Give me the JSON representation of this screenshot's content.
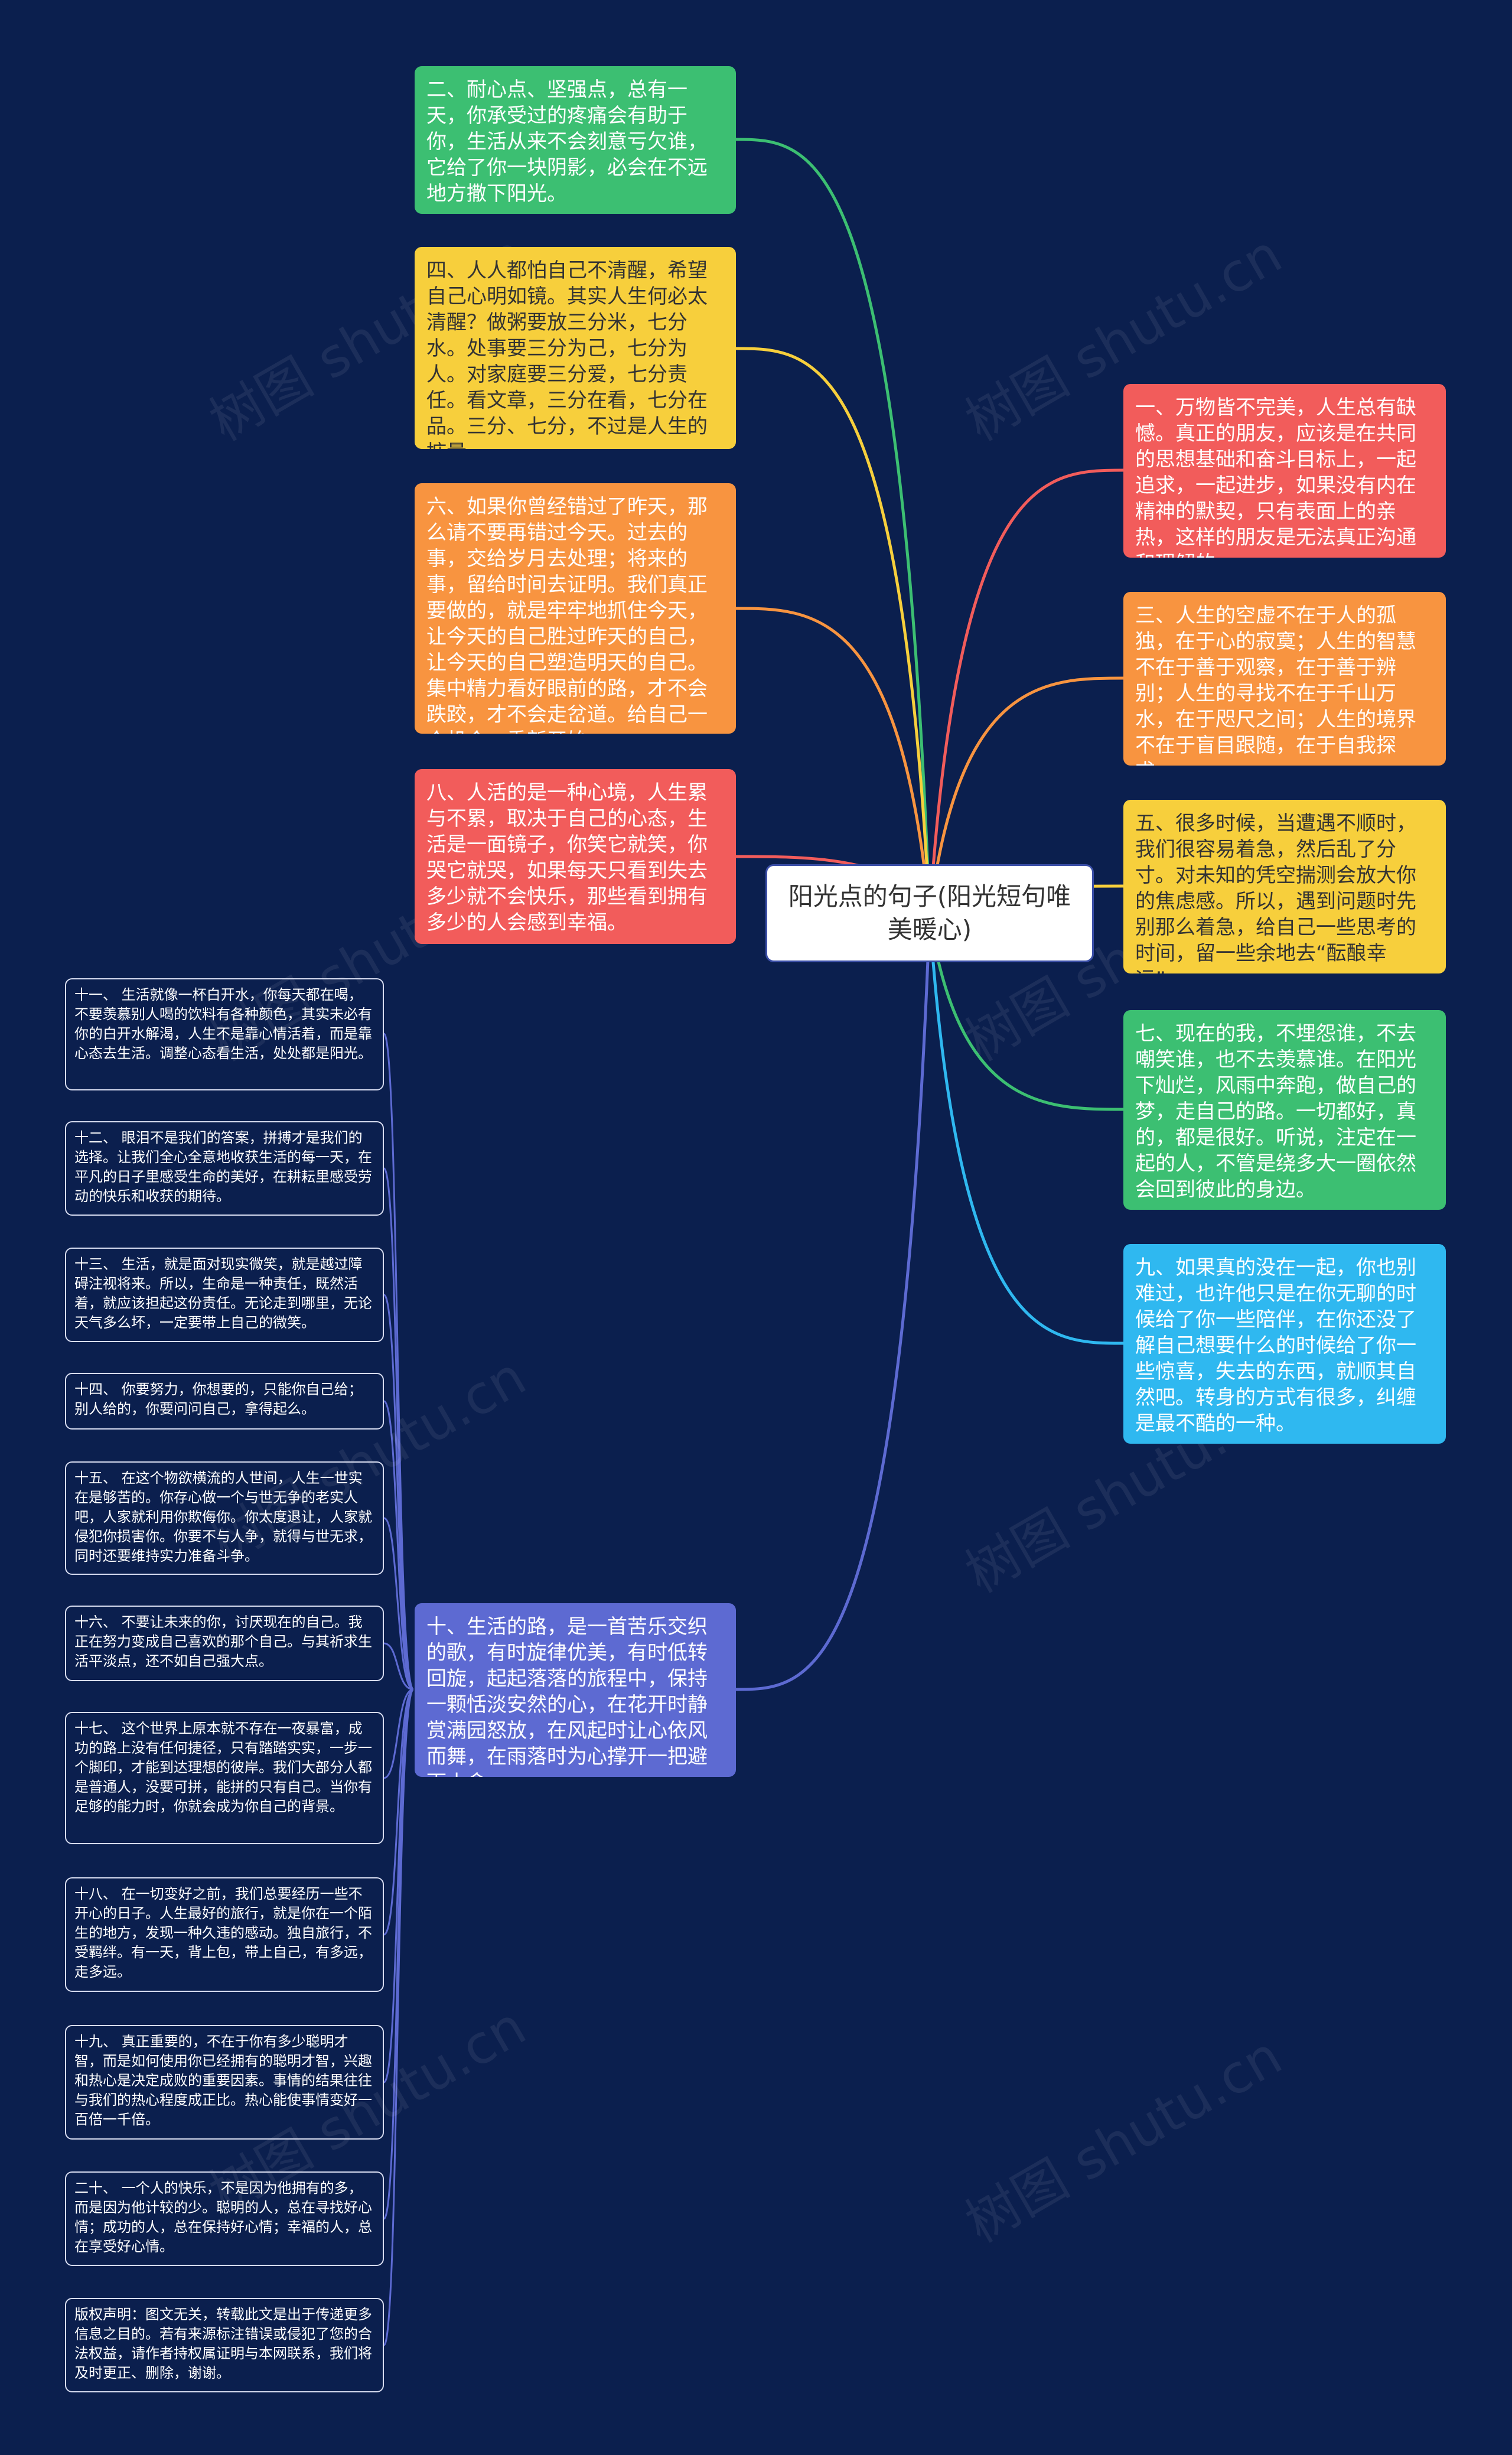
{
  "root": {
    "title": "阳光点的句子(阳光短句唯美暖心)"
  },
  "watermark": "树图 shutu.cn",
  "colors": {
    "background": "#0b1f4e",
    "green": "#3cbf72",
    "yellow": "#f7cf3c",
    "orange": "#f89440",
    "red": "#f25c5b",
    "cyan": "#2fb8f0",
    "indigo": "#5d6ad2",
    "leaf_border": "#d7dcf0"
  },
  "left_nodes": [
    {
      "id": "n2",
      "color": "green",
      "text": "二、耐心点、坚强点，总有一天，你承受过的疼痛会有助于你，生活从来不会刻意亏欠谁，它给了你一块阴影，必会在不远地方撒下阳光。"
    },
    {
      "id": "n4",
      "color": "yellow",
      "text": "四、人人都怕自己不清醒，希望自己心明如镜。其实人生何必太清醒？做粥要放三分米，七分水。处事要三分为己，七分为人。对家庭要三分爱，七分责任。看文章，三分在看，七分在品。三分、七分，不过是人生的掂量。"
    },
    {
      "id": "n6",
      "color": "orange",
      "text": "六、如果你曾经错过了昨天，那么请不要再错过今天。过去的事，交给岁月去处理；将来的事，留给时间去证明。我们真正要做的，就是牢牢地抓住今天，让今天的自己胜过昨天的自己，让今天的自己塑造明天的自己。集中精力看好眼前的路，才不会跌跤，才不会走岔道。给自己一个机会，重新开始。"
    },
    {
      "id": "n8",
      "color": "red",
      "text": "八、人活的是一种心境，人生累与不累，取决于自己的心态，生活是一面镜子，你笑它就笑，你哭它就哭，如果每天只看到失去多少就不会快乐，那些看到拥有多少的人会感到幸福。"
    },
    {
      "id": "n10",
      "color": "indigo",
      "text": "十、生活的路，是一首苦乐交织的歌，有时旋律优美，有时低转回旋，起起落落的旅程中，保持一颗恬淡安然的心，在花开时静赏满园怒放，在风起时让心依风而舞，在雨落时为心撑开一把避雨小伞。"
    }
  ],
  "right_nodes": [
    {
      "id": "n1",
      "color": "red",
      "text": "一、万物皆不完美，人生总有缺憾。真正的朋友，应该是在共同的思想基础和奋斗目标上，一起追求，一起进步，如果没有内在精神的默契，只有表面上的亲热，这样的朋友是无法真正沟通和理解的。"
    },
    {
      "id": "n3",
      "color": "orange",
      "text": "三、人生的空虚不在于人的孤独，在于心的寂寞；人生的智慧不在于善于观察，在于善于辨别；人生的寻找不在于千山万水，在于咫尺之间；人生的境界不在于盲目跟随，在于自我探求。"
    },
    {
      "id": "n5",
      "color": "yellow",
      "text": "五、很多时候，当遭遇不顺时，我们很容易着急，然后乱了分寸。对未知的凭空揣测会放大你的焦虑感。所以，遇到问题时先别那么着急，给自己一些思考的时间，留一些余地去“酝酿幸运”。"
    },
    {
      "id": "n7",
      "color": "green",
      "text": "七、现在的我，不埋怨谁，不去嘲笑谁，也不去羡慕谁。在阳光下灿烂，风雨中奔跑，做自己的梦，走自己的路。一切都好，真的，都是很好。听说，注定在一起的人，不管是绕多大一圈依然会回到彼此的身边。"
    },
    {
      "id": "n9",
      "color": "cyan",
      "text": "九、如果真的没在一起，你也别难过，也许他只是在你无聊的时候给了你一些陪伴，在你还没了解自己想要什么的时候给了你一些惊喜，失去的东西，就顺其自然吧。转身的方式有很多，纠缠是最不酷的一种。"
    }
  ],
  "leaves": [
    {
      "text": "十一、 生活就像一杯白开水，你每天都在喝，不要羡慕别人喝的饮料有各种颜色，其实未必有你的白开水解渴，人生不是靠心情活着，而是靠心态去生活。调整心态看生活，处处都是阳光。"
    },
    {
      "text": "十二、 眼泪不是我们的答案，拼搏才是我们的选择。让我们全心全意地收获生活的每一天，在平凡的日子里感受生命的美好，在耕耘里感受劳动的快乐和收获的期待。"
    },
    {
      "text": "十三、 生活，就是面对现实微笑，就是越过障碍注视将来。所以，生命是一种责任，既然活着，就应该担起这份责任。无论走到哪里，无论天气多么坏，一定要带上自己的微笑。"
    },
    {
      "text": "十四、 你要努力，你想要的，只能你自己给；别人给的，你要问问自己，拿得起么。"
    },
    {
      "text": "十五、 在这个物欲横流的人世间，人生一世实在是够苦的。你存心做一个与世无争的老实人吧，人家就利用你欺侮你。你太度退让，人家就侵犯你损害你。你要不与人争，就得与世无求，同时还要维持实力准备斗争。"
    },
    {
      "text": "十六、 不要让未来的你，讨厌现在的自己。我正在努力变成自己喜欢的那个自己。与其祈求生活平淡点，还不如自己强大点。"
    },
    {
      "text": "十七、 这个世界上原本就不存在一夜暴富，成功的路上没有任何捷径，只有踏踏实实，一步一个脚印，才能到达理想的彼岸。我们大部分人都是普通人，没要可拼，能拼的只有自己。当你有足够的能力时，你就会成为你自己的背景。"
    },
    {
      "text": "十八、 在一切变好之前，我们总要经历一些不开心的日子。人生最好的旅行，就是你在一个陌生的地方，发现一种久违的感动。独自旅行，不受羁绊。有一天，背上包，带上自己，有多远，走多远。"
    },
    {
      "text": "十九、 真正重要的，不在于你有多少聪明才智，而是如何使用你已经拥有的聪明才智，兴趣和热心是决定成败的重要因素。事情的结果往往与我们的热心程度成正比。热心能使事情变好一百倍一千倍。"
    },
    {
      "text": "二十、 一个人的快乐，不是因为他拥有的多，而是因为他计较的少。聪明的人，总在寻找好心情；成功的人，总在保持好心情；幸福的人，总在享受好心情。"
    },
    {
      "text": "版权声明：图文无关，转载此文是出于传递更多信息之目的。若有来源标注错误或侵犯了您的合法权益，请作者持权属证明与本网联系，我们将及时更正、删除，谢谢。"
    }
  ]
}
